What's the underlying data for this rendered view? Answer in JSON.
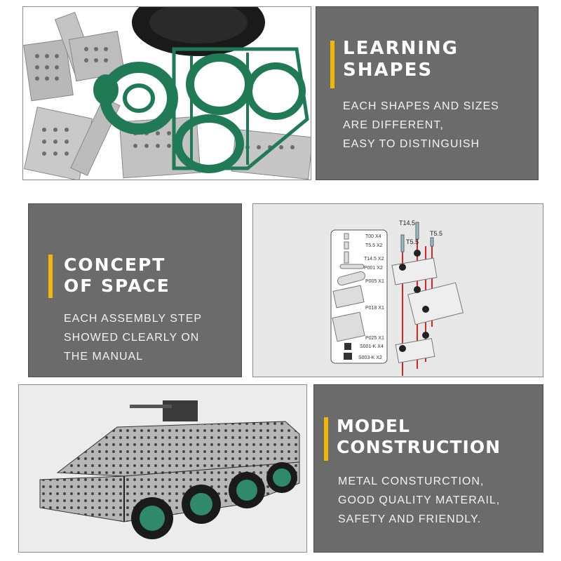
{
  "sections": [
    {
      "heading_lines": [
        "LEARNING",
        "SHAPES"
      ],
      "description_lines": [
        "EACH SHAPES AND SIZES",
        "ARE DIFFERENT,",
        "EASY TO DISTINGUISH"
      ]
    },
    {
      "heading_lines": [
        "CONCEPT",
        "OF SPACE"
      ],
      "description_lines": [
        "EACH ASSEMBLY STEP",
        "SHOWED CLEARLY ON",
        "THE MANUAL"
      ]
    },
    {
      "heading_lines": [
        "MODEL",
        "CONSTRUCTION"
      ],
      "description_lines": [
        "METAL CONSTURCTION,",
        "GOOD QUALITY MATERAIL,",
        "SAFETY AND FRIENDLY."
      ]
    }
  ],
  "manual": {
    "parts": [
      "T00 X4",
      "T5.5 X2",
      "T14.5 X2",
      "P001 X2",
      "P005 X1",
      "P018 X1",
      "P025 X1",
      "S001-K X4",
      "S003-K X2"
    ],
    "screw_labels": [
      "T14.5",
      "T5.5",
      "T5.5"
    ]
  },
  "colors": {
    "panel_gray": "#6b6b6b",
    "accent": "#f2b705",
    "part_green": "#1f7a55",
    "wheel_green": "#2e8a6a"
  }
}
